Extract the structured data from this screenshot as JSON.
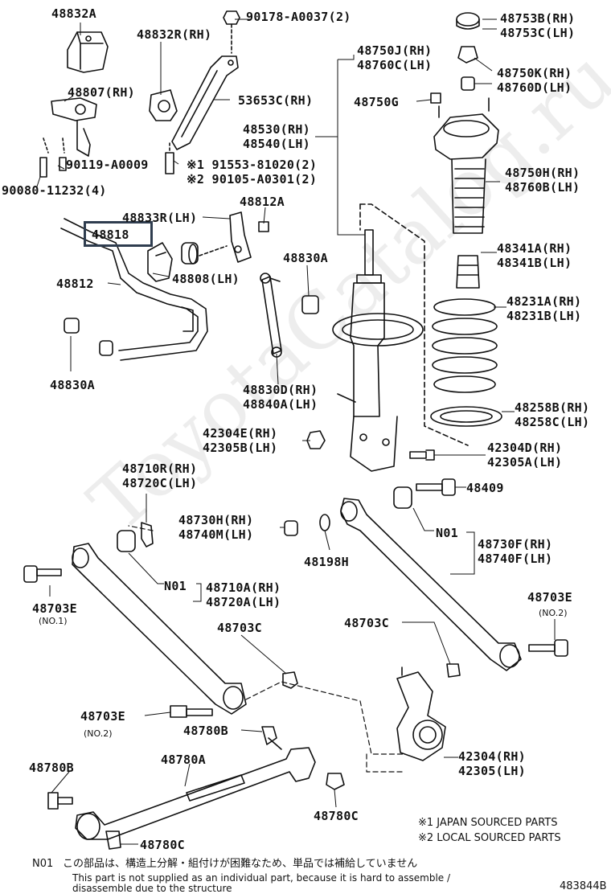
{
  "diagram": {
    "id": "483844B",
    "watermark": "ToyotaCatalog.ru",
    "parts": [
      {
        "key": "p48832A",
        "lines": [
          "48832A"
        ]
      },
      {
        "key": "p48832R",
        "lines": [
          "48832R(RH)"
        ]
      },
      {
        "key": "p90178",
        "lines": [
          "90178-A0037(2)"
        ]
      },
      {
        "key": "p48753",
        "lines": [
          "48753B(RH)",
          "48753C(LH)"
        ]
      },
      {
        "key": "p48807",
        "lines": [
          "48807(RH)"
        ]
      },
      {
        "key": "p48750J",
        "lines": [
          "48750J(RH)",
          "48760C(LH)"
        ]
      },
      {
        "key": "p48750K",
        "lines": [
          "48750K(RH)",
          "48760D(LH)"
        ]
      },
      {
        "key": "p53653",
        "lines": [
          "53653C(RH)"
        ]
      },
      {
        "key": "p48750G",
        "lines": [
          "48750G"
        ]
      },
      {
        "key": "p48530",
        "lines": [
          "48530(RH)",
          "48540(LH)"
        ]
      },
      {
        "key": "p90119",
        "lines": [
          "90119-A0009"
        ]
      },
      {
        "key": "p91553",
        "lines": [
          "※1 91553-81020(2)",
          "※2 90105-A0301(2)"
        ]
      },
      {
        "key": "p48750H",
        "lines": [
          "48750H(RH)",
          "48760B(LH)"
        ]
      },
      {
        "key": "p90080",
        "lines": [
          "90080-11232(4)"
        ]
      },
      {
        "key": "p48812A",
        "lines": [
          "48812A"
        ]
      },
      {
        "key": "p48833R",
        "lines": [
          "48833R(LH)"
        ]
      },
      {
        "key": "p48818",
        "lines": [
          "48818"
        ]
      },
      {
        "key": "p48341",
        "lines": [
          "48341A(RH)",
          "48341B(LH)"
        ]
      },
      {
        "key": "p48830A_top",
        "lines": [
          "48830A"
        ]
      },
      {
        "key": "p48812",
        "lines": [
          "48812"
        ]
      },
      {
        "key": "p48808",
        "lines": [
          "48808(LH)"
        ]
      },
      {
        "key": "p48231",
        "lines": [
          "48231A(RH)",
          "48231B(LH)"
        ]
      },
      {
        "key": "p48830A",
        "lines": [
          "48830A"
        ]
      },
      {
        "key": "p48830D",
        "lines": [
          "48830D(RH)",
          "48840A(LH)"
        ]
      },
      {
        "key": "p48258",
        "lines": [
          "48258B(RH)",
          "48258C(LH)"
        ]
      },
      {
        "key": "p42304E",
        "lines": [
          "42304E(RH)",
          "42305B(LH)"
        ]
      },
      {
        "key": "p42304D",
        "lines": [
          "42304D(RH)",
          "42305A(LH)"
        ]
      },
      {
        "key": "p48710R",
        "lines": [
          "48710R(RH)",
          "48720C(LH)"
        ]
      },
      {
        "key": "p48409",
        "lines": [
          "48409"
        ]
      },
      {
        "key": "p48730H",
        "lines": [
          "48730H(RH)",
          "48740M(LH)"
        ]
      },
      {
        "key": "pN01a",
        "lines": [
          "N01"
        ]
      },
      {
        "key": "p48730F",
        "lines": [
          "48730F(RH)",
          "48740F(LH)"
        ]
      },
      {
        "key": "p48198H",
        "lines": [
          "48198H"
        ]
      },
      {
        "key": "pN01b",
        "lines": [
          "N01"
        ]
      },
      {
        "key": "p48710A",
        "lines": [
          "48710A(RH)",
          "48720A(LH)"
        ]
      },
      {
        "key": "p48703E_1",
        "lines": [
          "48703E"
        ]
      },
      {
        "key": "p48703E_2",
        "lines": [
          "48703E"
        ]
      },
      {
        "key": "p48703C_1",
        "lines": [
          "48703C"
        ]
      },
      {
        "key": "p48703C_2",
        "lines": [
          "48703C"
        ]
      },
      {
        "key": "p48703E_3",
        "lines": [
          "48703E"
        ]
      },
      {
        "key": "p48780B_1",
        "lines": [
          "48780B"
        ]
      },
      {
        "key": "p48780B_2",
        "lines": [
          "48780B"
        ]
      },
      {
        "key": "p48780A",
        "lines": [
          "48780A"
        ]
      },
      {
        "key": "p42304",
        "lines": [
          "42304(RH)",
          "42305(LH)"
        ]
      },
      {
        "key": "p48780C_1",
        "lines": [
          "48780C"
        ]
      },
      {
        "key": "p48780C_2",
        "lines": [
          "48780C"
        ]
      }
    ],
    "sub_labels": {
      "no1": "(NO.1)",
      "no2_right": "(NO.2)",
      "no2_left": "(NO.2)"
    },
    "notes": {
      "japan": "※1 JAPAN SOURCED PARTS",
      "local": "※2 LOCAL SOURCED PARTS"
    },
    "footnote": {
      "code": "N01",
      "jp": "この部品は、構造上分解・組付けが困難なため、単品では補給していません",
      "en_line1": "This part is not supplied as an individual part, because it is hard to assemble /",
      "en_line2": "disassemble due to the structure"
    },
    "highlighted_part": "48818"
  }
}
